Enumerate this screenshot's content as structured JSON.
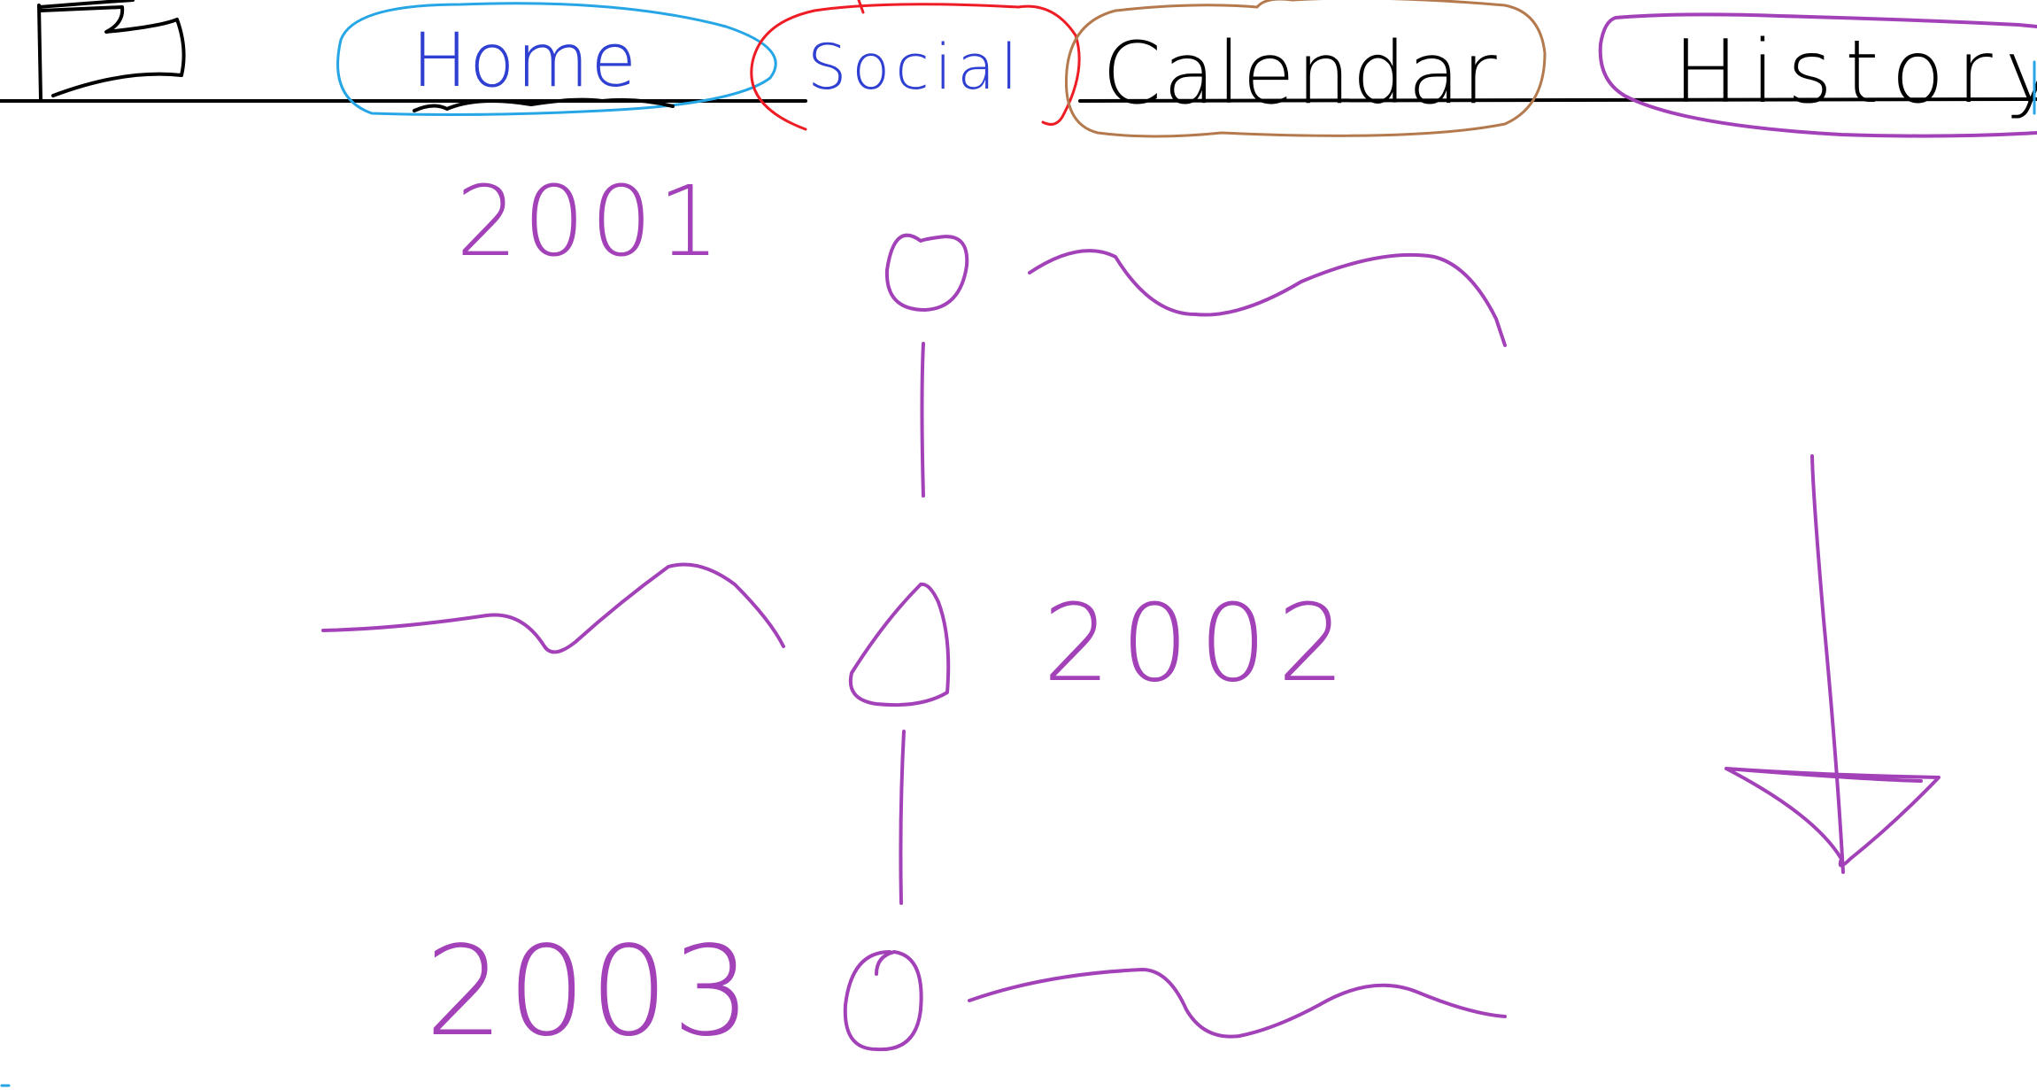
{
  "nav": {
    "tabs": [
      {
        "label": "Home",
        "color": "#2f3fd1",
        "circle_color": "#27a6e6"
      },
      {
        "label": "Social",
        "color": "#2f3fd1",
        "circle_color": "#ee1c24"
      },
      {
        "label": "Calendar",
        "color": "#000000",
        "circle_color": "#b47a4e"
      },
      {
        "label": "History",
        "color": "#000000",
        "circle_color": "#a342b8"
      }
    ],
    "logo_icon": "flag-icon"
  },
  "timeline": {
    "entries": [
      {
        "year": "2001"
      },
      {
        "year": "2002"
      },
      {
        "year": "2003"
      }
    ],
    "scroll_arrow_icon": "down-arrow-icon"
  },
  "colors": {
    "nav_ink": "#000000",
    "timeline_ink": "#a342b8"
  }
}
